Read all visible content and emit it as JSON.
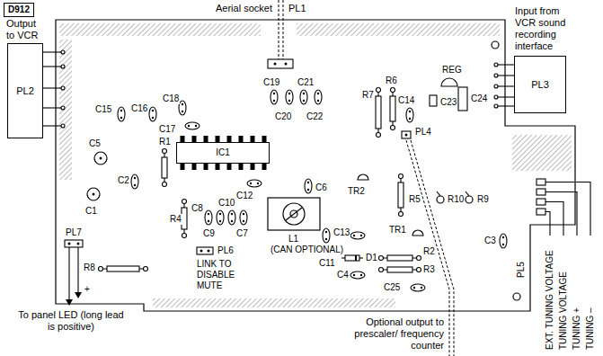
{
  "diagram": {
    "nodes": [
      {
        "text": [
          "D912"
        ]
      },
      {
        "text": [
          "PL2"
        ]
      },
      {
        "text": [
          "IC1"
        ]
      },
      {
        "text": [
          "PL3"
        ]
      }
    ],
    "labels": [
      "Output to VCR",
      "Aerial socket",
      "PL1",
      "Input from VCR sound recording interface",
      "REG",
      "C15",
      "C16",
      "C18",
      "C19",
      "C21",
      "C17",
      "C20",
      "C22",
      "R7",
      "R6",
      "C14",
      "C23",
      "C24",
      "C5",
      "C2",
      "R1",
      "C12",
      "C6",
      "TR2",
      "PL4",
      "R10",
      "R9",
      "C1",
      "R4",
      "C8",
      "C10",
      "C9",
      "C7",
      "L1",
      "(CAN OPTIONAL)",
      "C11",
      "C13",
      "TR1",
      "R5",
      "D1",
      "C4",
      "R2",
      "R3",
      "C25",
      "C3",
      "PL7",
      "+",
      "R8",
      "PL6",
      "LINK TO DISABLE MUTE",
      "To panel LED (long lead is positive)",
      "Optional output to prescaler/ frequency counter",
      "PL5",
      "EXT. TUNING VOLTAGE",
      "TUNING VOLTAGE",
      "TUNING +",
      "TUNING –"
    ]
  }
}
